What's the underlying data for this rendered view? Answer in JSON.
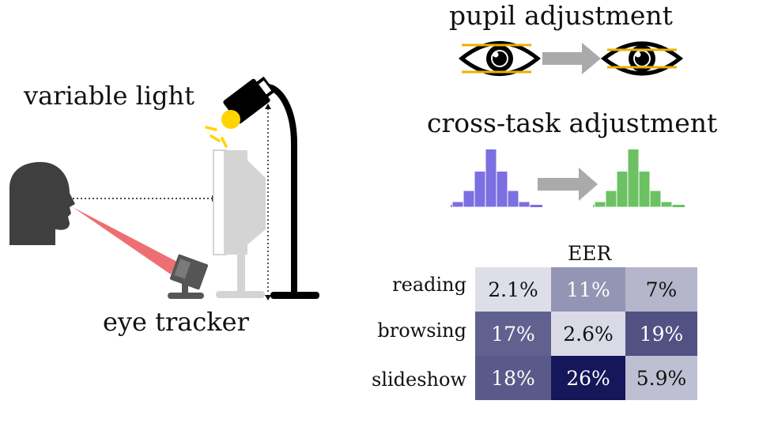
{
  "labels": {
    "variable_light": "variable light",
    "eye_tracker": "eye tracker",
    "pupil_adjustment": "pupil adjustment",
    "cross_task_adjustment": "cross-task adjustment"
  },
  "colors": {
    "head": "#3f3f3f",
    "beam": "#ee6f73",
    "tracker": "#555555",
    "monitor": "#d4d4d4",
    "lamp": "#000000",
    "light": "#ffd400",
    "lid_line": "#e8b000",
    "arrow": "#aaaaaa",
    "hist_before": "#7b6fe2",
    "hist_after": "#6cc163"
  },
  "histograms": {
    "before": [
      2,
      6,
      13,
      21,
      13,
      6,
      2
    ],
    "after": [
      2,
      6,
      13,
      21,
      13,
      6,
      2
    ]
  },
  "eer": {
    "title": "EER",
    "row_labels": [
      "reading",
      "browsing",
      "slideshow"
    ],
    "cells": [
      [
        {
          "text": "2.1%",
          "value": 2.1
        },
        {
          "text": "11%",
          "value": 11
        },
        {
          "text": "7%",
          "value": 7
        }
      ],
      [
        {
          "text": "17%",
          "value": 17
        },
        {
          "text": "2.6%",
          "value": 2.6
        },
        {
          "text": "19%",
          "value": 19
        }
      ],
      [
        {
          "text": "18%",
          "value": 18
        },
        {
          "text": "26%",
          "value": 26
        },
        {
          "text": "5.9%",
          "value": 5.9
        }
      ]
    ]
  }
}
